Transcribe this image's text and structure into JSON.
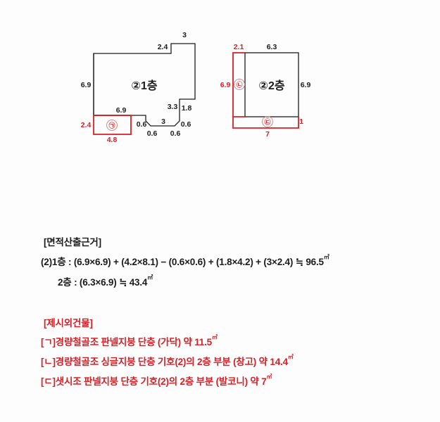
{
  "page": {
    "background_color": "#fdfdfd",
    "ink_color": "#1c1c1c",
    "accent_color": "#d81f26"
  },
  "drawing": {
    "floor1": {
      "label": "②1층",
      "dimensions": {
        "top_right_width": "3",
        "notch_width": "2.4",
        "left_height": "6.9",
        "annex_top_width": "6.9",
        "annex_left_height": "2.4",
        "annex_bottom_width": "4.8",
        "annex_marker": "㉠",
        "step_left_height": "0.6",
        "step_left_width": "0.6",
        "bottom_middle_width": "3",
        "step_right_width": "0.6",
        "step_right_height": "0.6",
        "right_lower_height": "3.3",
        "right_upper_height": "1.8"
      }
    },
    "floor2": {
      "label": "②2층",
      "dimensions": {
        "annex_top_width": "2.1",
        "top_width": "6.3",
        "annex_left_height": "6.9",
        "annex_left_marker": "㉡",
        "right_height": "6.9",
        "bottom_annex_marker": "㉢",
        "bottom_annex_right_height": "1",
        "bottom_annex_width": "7"
      }
    }
  },
  "calculation": {
    "heading": "[면적산출근거]",
    "line1": {
      "prefix": "(2)1층 : (6.9×6.9) + (4.2×8.1) − (0.6×0.6) + (1.8×4.2) + (3×2.4)  ≒  96.5",
      "unit": "㎡"
    },
    "line2": {
      "prefix": "2층 : (6.3×6.9)  ≒  43.4",
      "unit": "㎡"
    }
  },
  "extra_buildings": {
    "heading": "[제시외건물]",
    "items": [
      {
        "text": "[ㄱ]경량철골조 판넬지붕 단층 (가닥) 약 11.5",
        "unit": "㎡"
      },
      {
        "text": "[ㄴ]경량철골조 싱글지붕 단층 기호(2)의 2층 부분 (창고) 약 14.4",
        "unit": "㎡"
      },
      {
        "text": "[ㄷ]샛시조 판넬지붕 단층 기호(2)의 2층 부분 (발코니) 약 7",
        "unit": "㎡"
      }
    ]
  },
  "chart_data": {
    "type": "diagram",
    "title": "건물 평면 면적 산출 도면",
    "shapes": [
      {
        "name": "floor1-outline",
        "label": "②1층",
        "stroke": "#1c1c1c",
        "edge_labels": [
          "3",
          "2.4",
          "6.9",
          "1.8",
          "3.3",
          "0.6",
          "3",
          "0.6",
          "0.6",
          "0.6",
          "6.9"
        ]
      },
      {
        "name": "floor1-annex",
        "label": "㉠",
        "stroke": "#d81f26",
        "edge_labels": [
          "2.4",
          "4.8",
          "6.9"
        ]
      },
      {
        "name": "floor2-outline",
        "label": "②2층",
        "stroke": "#1c1c1c",
        "edge_labels": [
          "6.3",
          "6.9"
        ]
      },
      {
        "name": "floor2-annex-left",
        "label": "㉡",
        "stroke": "#d81f26",
        "edge_labels": [
          "2.1",
          "6.9"
        ]
      },
      {
        "name": "floor2-annex-bottom",
        "label": "㉢",
        "stroke": "#d81f26",
        "edge_labels": [
          "7",
          "1"
        ]
      }
    ]
  }
}
